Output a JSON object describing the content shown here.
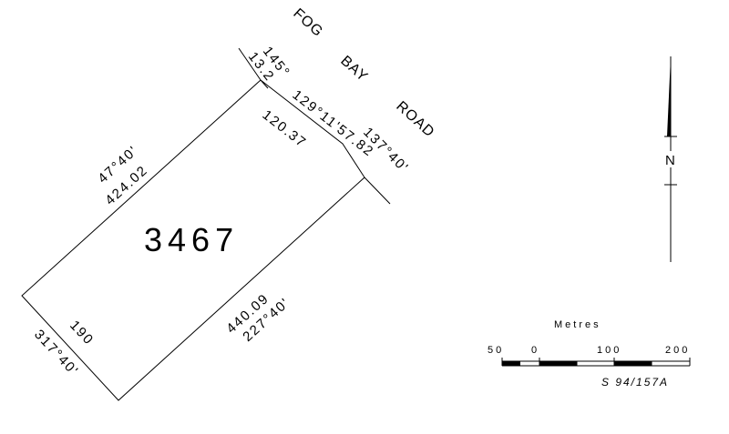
{
  "lot_number": "3467",
  "road": [
    "FOG",
    "BAY",
    "ROAD"
  ],
  "boundaries": {
    "northwest": {
      "bearing": "47°40'",
      "distance": "424.02"
    },
    "road_short": {
      "bearing": "145°",
      "distance": "13.2"
    },
    "road_arc": {
      "bearing": "129°11'57.82",
      "distance": "120.37"
    },
    "road_end": {
      "bearing": "137°40'"
    },
    "southeast": {
      "bearing": "227°40'",
      "distance": "440.09"
    },
    "southwest": {
      "bearing": "317°40'",
      "distance": "190"
    }
  },
  "north_arrow": {
    "label": "N"
  },
  "scale_bar": {
    "title": "Metres",
    "ticks": [
      "50",
      "0",
      "100",
      "200"
    ],
    "ref": "S 94/157A"
  }
}
